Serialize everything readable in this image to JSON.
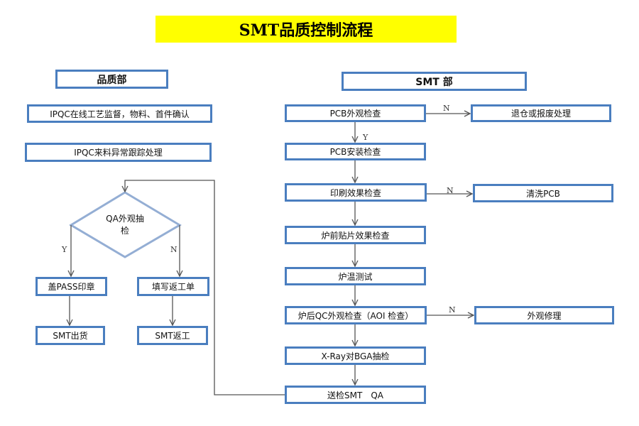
{
  "title": "SMT品质控制流程",
  "left": {
    "header": "品质部",
    "ipqc1": "IPQC在线工艺监督，物料、首件确认",
    "ipqc2": "IPQC来料异常跟踪处理",
    "decision_line1": "QA外观抽",
    "decision_line2": "检",
    "yes": "Y",
    "no": "N",
    "pass": "盖PASS印章",
    "fill": "填写返工单",
    "ship": "SMT出货",
    "rework": "SMT返工"
  },
  "right": {
    "header": "SMT 部",
    "steps": [
      "PCB外观检查",
      "PCB安装检查",
      "印刷效果检查",
      "炉前贴片效果检查",
      "炉温测试",
      "炉后QC外观检查（AOI 检查）",
      "X-Ray对BGA抽检",
      "送检SMT　QA"
    ],
    "side": [
      "退仓或报废处理",
      "清洗PCB",
      "外观修理"
    ],
    "yes": "Y",
    "no": "N"
  }
}
